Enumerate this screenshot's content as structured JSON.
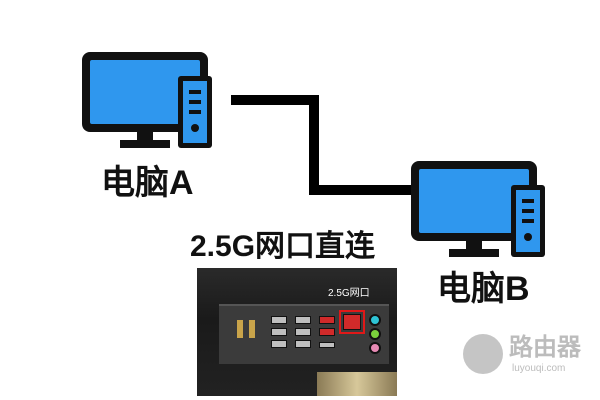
{
  "diagram": {
    "computer_a_label": "电脑A",
    "computer_b_label": "电脑B",
    "connection_caption": "2.5G网口直连",
    "photo_label": "2.5G网口"
  },
  "watermark": {
    "text": "路由器",
    "subtext": "luyouqi.com"
  },
  "colors": {
    "screen": "#2f97ee",
    "outline": "#111111",
    "highlight": "#e01818"
  }
}
